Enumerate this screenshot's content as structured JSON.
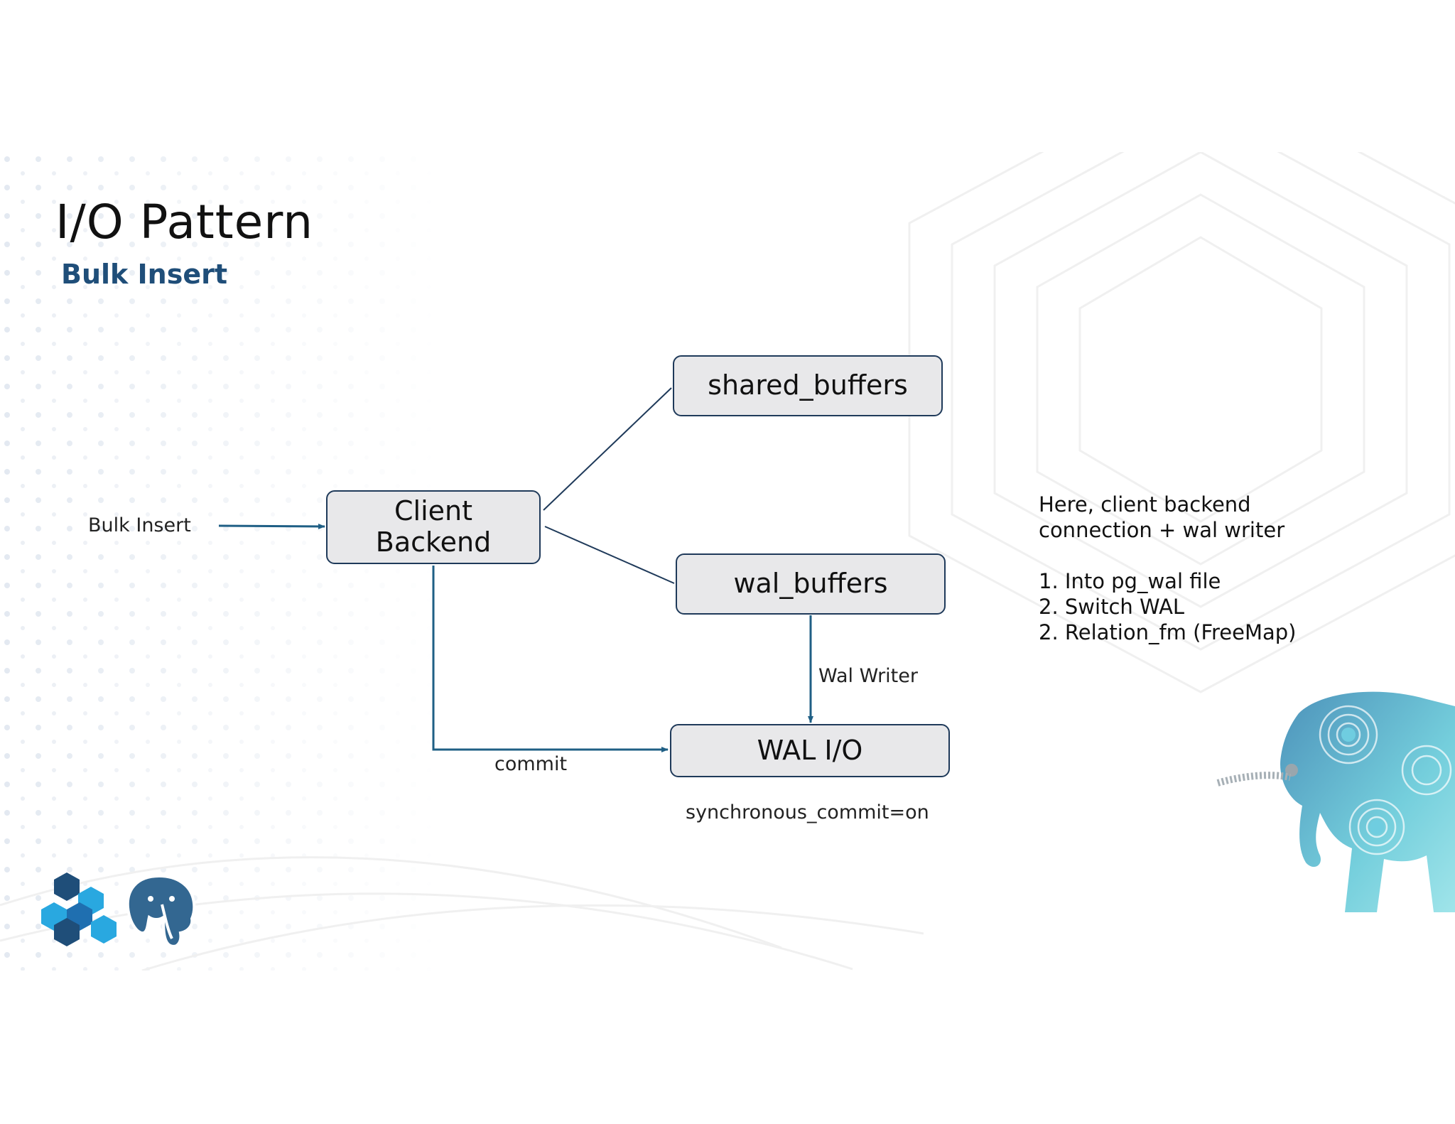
{
  "slide": {
    "title": "I/O Pattern",
    "subtitle": "Bulk Insert"
  },
  "diagram": {
    "input_label": "Bulk Insert",
    "nodes": {
      "client_backend": {
        "line1": "Client",
        "line2": "Backend"
      },
      "shared_buffers": "shared_buffers",
      "wal_buffers": "wal_buffers",
      "wal_io": "WAL I/O"
    },
    "edge_labels": {
      "wal_writer": "Wal Writer",
      "commit": "commit"
    },
    "setting_label": "synchronous_commit=on"
  },
  "notes": {
    "intro_line1": "Here,  client backend",
    "intro_line2": "connection + wal writer",
    "items": [
      "1. Into pg_wal file",
      "2. Switch WAL",
      "2. Relation_fm (FreeMap)"
    ]
  },
  "colors": {
    "accent": "#1f4e79",
    "node_fill": "#e8e8ea",
    "node_border": "#1f3a5a",
    "arrow": "#1f5f85"
  },
  "icons": [
    "hexagon-logo-icon",
    "postgresql-elephant-icon",
    "elephant-illustration-icon"
  ]
}
